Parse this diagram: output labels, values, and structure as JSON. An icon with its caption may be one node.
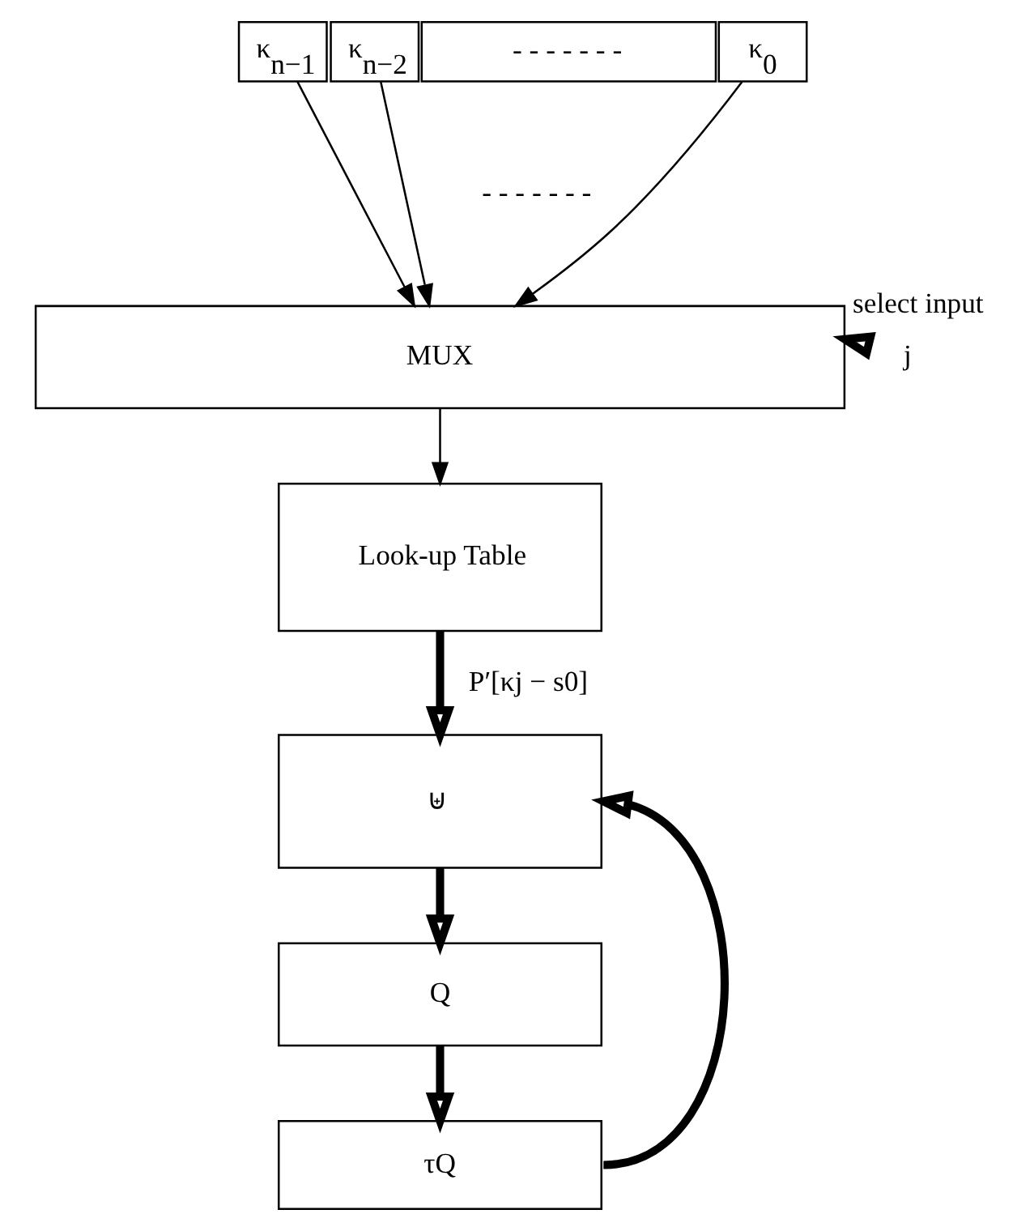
{
  "diagram": {
    "nodes": [
      {
        "text": [
          "κ$_{n−1}$"
        ]
      },
      {
        "text": [
          "κ$_{n−2}$"
        ]
      },
      {
        "text": [
          "- - - - - - -"
        ]
      },
      {
        "text": [
          "κ$_{0}$"
        ]
      },
      {
        "text": [
          "MUX"
        ]
      },
      {
        "text": [
          "j"
        ],
        "beside": [
          "select input"
        ]
      },
      {
        "text": [
          "Look-up Table"
        ]
      },
      {
        "text": [
          "⊎"
        ]
      },
      {
        "text": [
          "Q"
        ]
      },
      {
        "text": [
          "τQ"
        ]
      }
    ],
    "edges": [
      {
        "from": 0,
        "to": 4,
        "arrow": "to"
      },
      {
        "from": 1,
        "to": 4,
        "arrow": "to"
      },
      {
        "from": 3,
        "to": 4,
        "arrow": "to"
      },
      {
        "from": 5,
        "to": 4,
        "arrow": "to",
        "style": "thick"
      },
      {
        "from": 4,
        "to": 6,
        "arrow": "to"
      },
      {
        "from": 6,
        "to": 7,
        "arrow": "to",
        "style": "thick",
        "label": "P′[κj − s0]"
      },
      {
        "from": 7,
        "to": 8,
        "arrow": "to",
        "style": "thick"
      },
      {
        "from": 8,
        "to": 9,
        "arrow": "to",
        "style": "thick"
      },
      {
        "from": 9,
        "to": 7,
        "arrow": "to",
        "style": "thick"
      }
    ],
    "labels": [
      "- - - - - - -"
    ]
  }
}
